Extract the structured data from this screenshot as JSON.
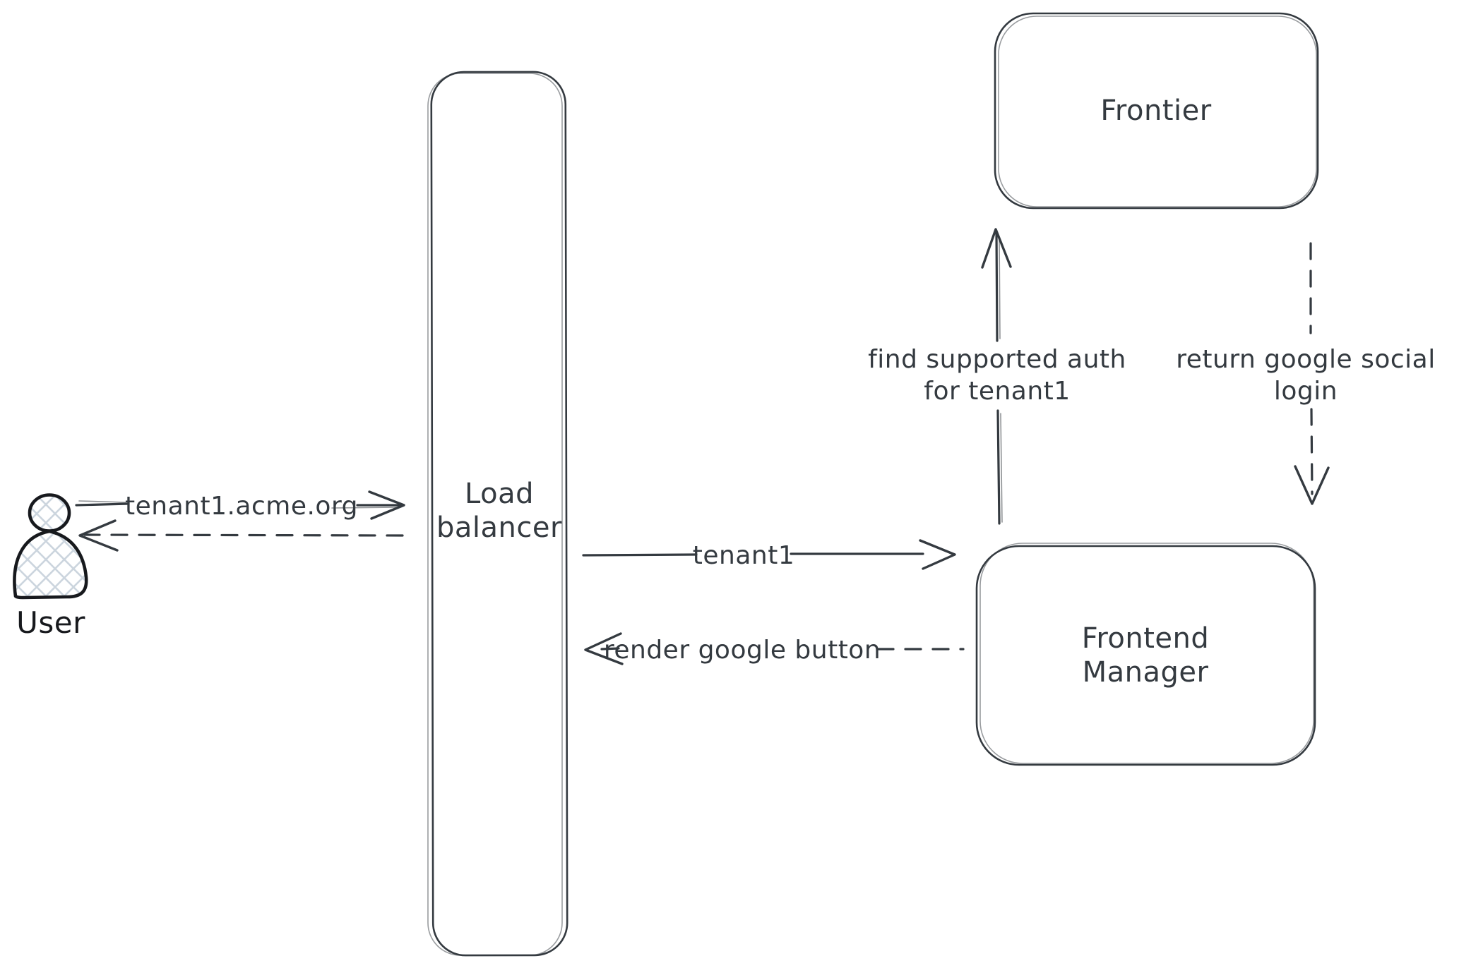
{
  "diagram": {
    "type": "sequence-flow",
    "background_color": "#ffffff",
    "stroke_color": "#343a40",
    "actor_stroke_color": "#17191d",
    "actor_hatch_color": "#ccd5de",
    "nodes": {
      "user": {
        "label": "User"
      },
      "load_balancer": {
        "lines": [
          "Load",
          "balancer"
        ]
      },
      "frontier": {
        "label": "Frontier"
      },
      "frontend_manager": {
        "lines": [
          "Frontend",
          "Manager"
        ]
      }
    },
    "edges": {
      "user_to_load_balancer": {
        "label": "tenant1.acme.org",
        "style": "solid",
        "direction": "right"
      },
      "load_balancer_to_user": {
        "style": "dashed",
        "direction": "left"
      },
      "load_balancer_to_frontend_manager": {
        "label": "tenant1",
        "style": "solid",
        "direction": "right"
      },
      "frontend_manager_to_load_balancer": {
        "label": "render google button",
        "style": "dashed",
        "direction": "left"
      },
      "frontend_manager_to_frontier": {
        "lines": [
          "find supported auth",
          "for tenant1"
        ],
        "style": "solid",
        "direction": "up"
      },
      "frontier_to_frontend_manager": {
        "lines": [
          "return google social",
          "login"
        ],
        "style": "dashed",
        "direction": "down"
      }
    }
  }
}
